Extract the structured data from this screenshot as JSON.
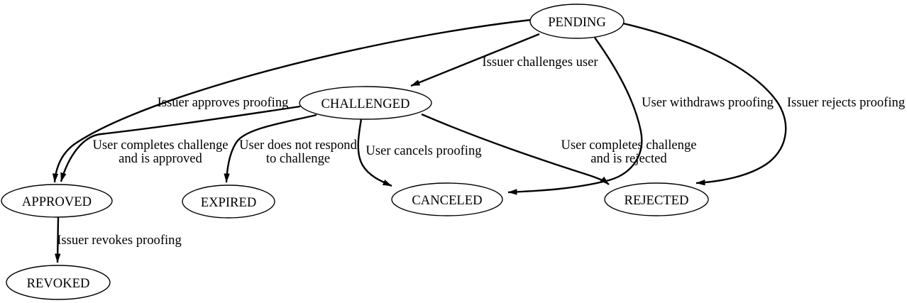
{
  "colors": {
    "background": "#ffffff",
    "stroke": "#000000",
    "text": "#000000"
  },
  "nodes": {
    "pending": {
      "label": "PENDING"
    },
    "challenged": {
      "label": "CHALLENGED"
    },
    "approved": {
      "label": "APPROVED"
    },
    "expired": {
      "label": "EXPIRED"
    },
    "canceled": {
      "label": "CANCELED"
    },
    "rejected": {
      "label": "REJECTED"
    },
    "revoked": {
      "label": "REVOKED"
    }
  },
  "edges": {
    "pending_challenged": {
      "from": "PENDING",
      "to": "CHALLENGED",
      "lines": [
        "Issuer challenges user"
      ]
    },
    "pending_approved": {
      "from": "PENDING",
      "to": "APPROVED",
      "lines": [
        "Issuer approves proofing"
      ]
    },
    "pending_canceled": {
      "from": "PENDING",
      "to": "CANCELED",
      "lines": [
        "User withdraws proofing"
      ]
    },
    "pending_rejected": {
      "from": "PENDING",
      "to": "REJECTED",
      "lines": [
        "Issuer rejects proofing"
      ]
    },
    "challenged_approved": {
      "from": "CHALLENGED",
      "to": "APPROVED",
      "lines": [
        "User completes challenge",
        "and is approved"
      ]
    },
    "challenged_expired": {
      "from": "CHALLENGED",
      "to": "EXPIRED",
      "lines": [
        "User does not respond",
        "to challenge"
      ]
    },
    "challenged_canceled": {
      "from": "CHALLENGED",
      "to": "CANCELED",
      "lines": [
        "User cancels proofing"
      ]
    },
    "challenged_rejected": {
      "from": "CHALLENGED",
      "to": "REJECTED",
      "lines": [
        "User completes challenge",
        "and is rejected"
      ]
    },
    "approved_revoked": {
      "from": "APPROVED",
      "to": "REVOKED",
      "lines": [
        "Issuer revokes proofing"
      ]
    }
  }
}
